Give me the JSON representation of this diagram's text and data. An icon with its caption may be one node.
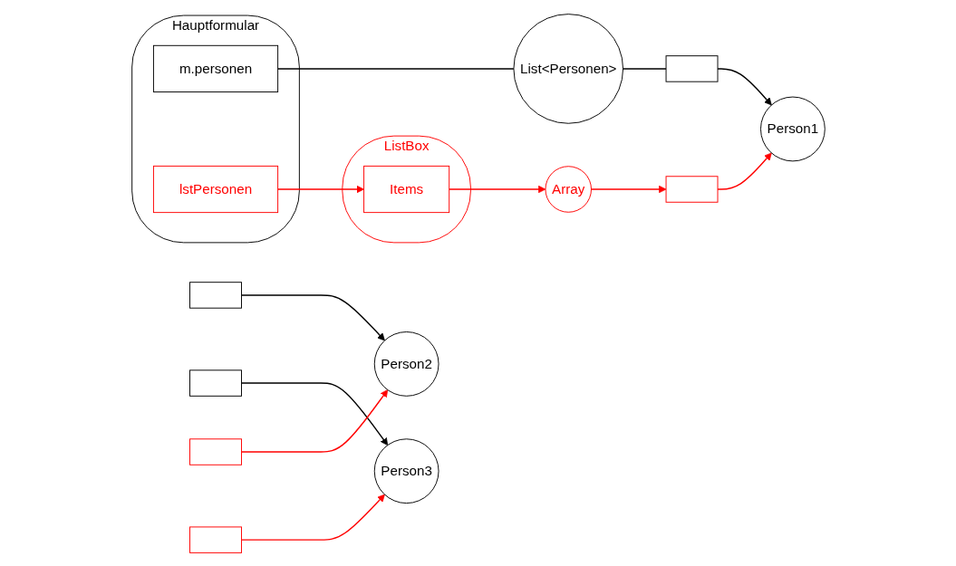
{
  "diagram": {
    "nodes": [
      {
        "text": [
          "Hauptformular"
        ]
      },
      {
        "text": [
          "m.personen"
        ],
        "in": 0
      },
      {
        "text": [
          "lstPersonen"
        ],
        "in": 0
      },
      {
        "text": [
          "List<Personen>"
        ]
      },
      {
        "text": [],
        "shape": "box"
      },
      {
        "text": [],
        "shape": "box"
      },
      {
        "text": [],
        "shape": "box"
      },
      {
        "text": [
          "Person1"
        ]
      },
      {
        "text": [
          "Person2"
        ]
      },
      {
        "text": [
          "Person3"
        ]
      },
      {
        "text": [
          "ListBox"
        ]
      },
      {
        "text": [
          "Items"
        ],
        "in": 10
      },
      {
        "text": [
          "Array"
        ]
      },
      {
        "text": [],
        "shape": "box"
      },
      {
        "text": [],
        "shape": "box"
      },
      {
        "text": [],
        "shape": "box"
      }
    ],
    "edges": [
      {
        "from": 1,
        "to": 3,
        "arrow": "none",
        "color": "#000000"
      },
      {
        "from": 3,
        "to": 4,
        "arrow": "none",
        "color": "#000000"
      },
      {
        "from": 4,
        "to": 7,
        "arrow": "to",
        "color": "#000000"
      },
      {
        "from": 5,
        "to": 8,
        "arrow": "to",
        "color": "#000000"
      },
      {
        "from": 6,
        "to": 9,
        "arrow": "to",
        "color": "#000000"
      },
      {
        "from": 2,
        "to": 11,
        "arrow": "to"
      },
      {
        "from": 11,
        "to": 12,
        "arrow": "to"
      },
      {
        "from": 12,
        "to": 13,
        "arrow": "to"
      },
      {
        "from": 13,
        "to": 7,
        "arrow": "to"
      },
      {
        "from": 14,
        "to": 8,
        "arrow": "to"
      },
      {
        "from": 15,
        "to": 9,
        "arrow": "to"
      }
    ]
  }
}
